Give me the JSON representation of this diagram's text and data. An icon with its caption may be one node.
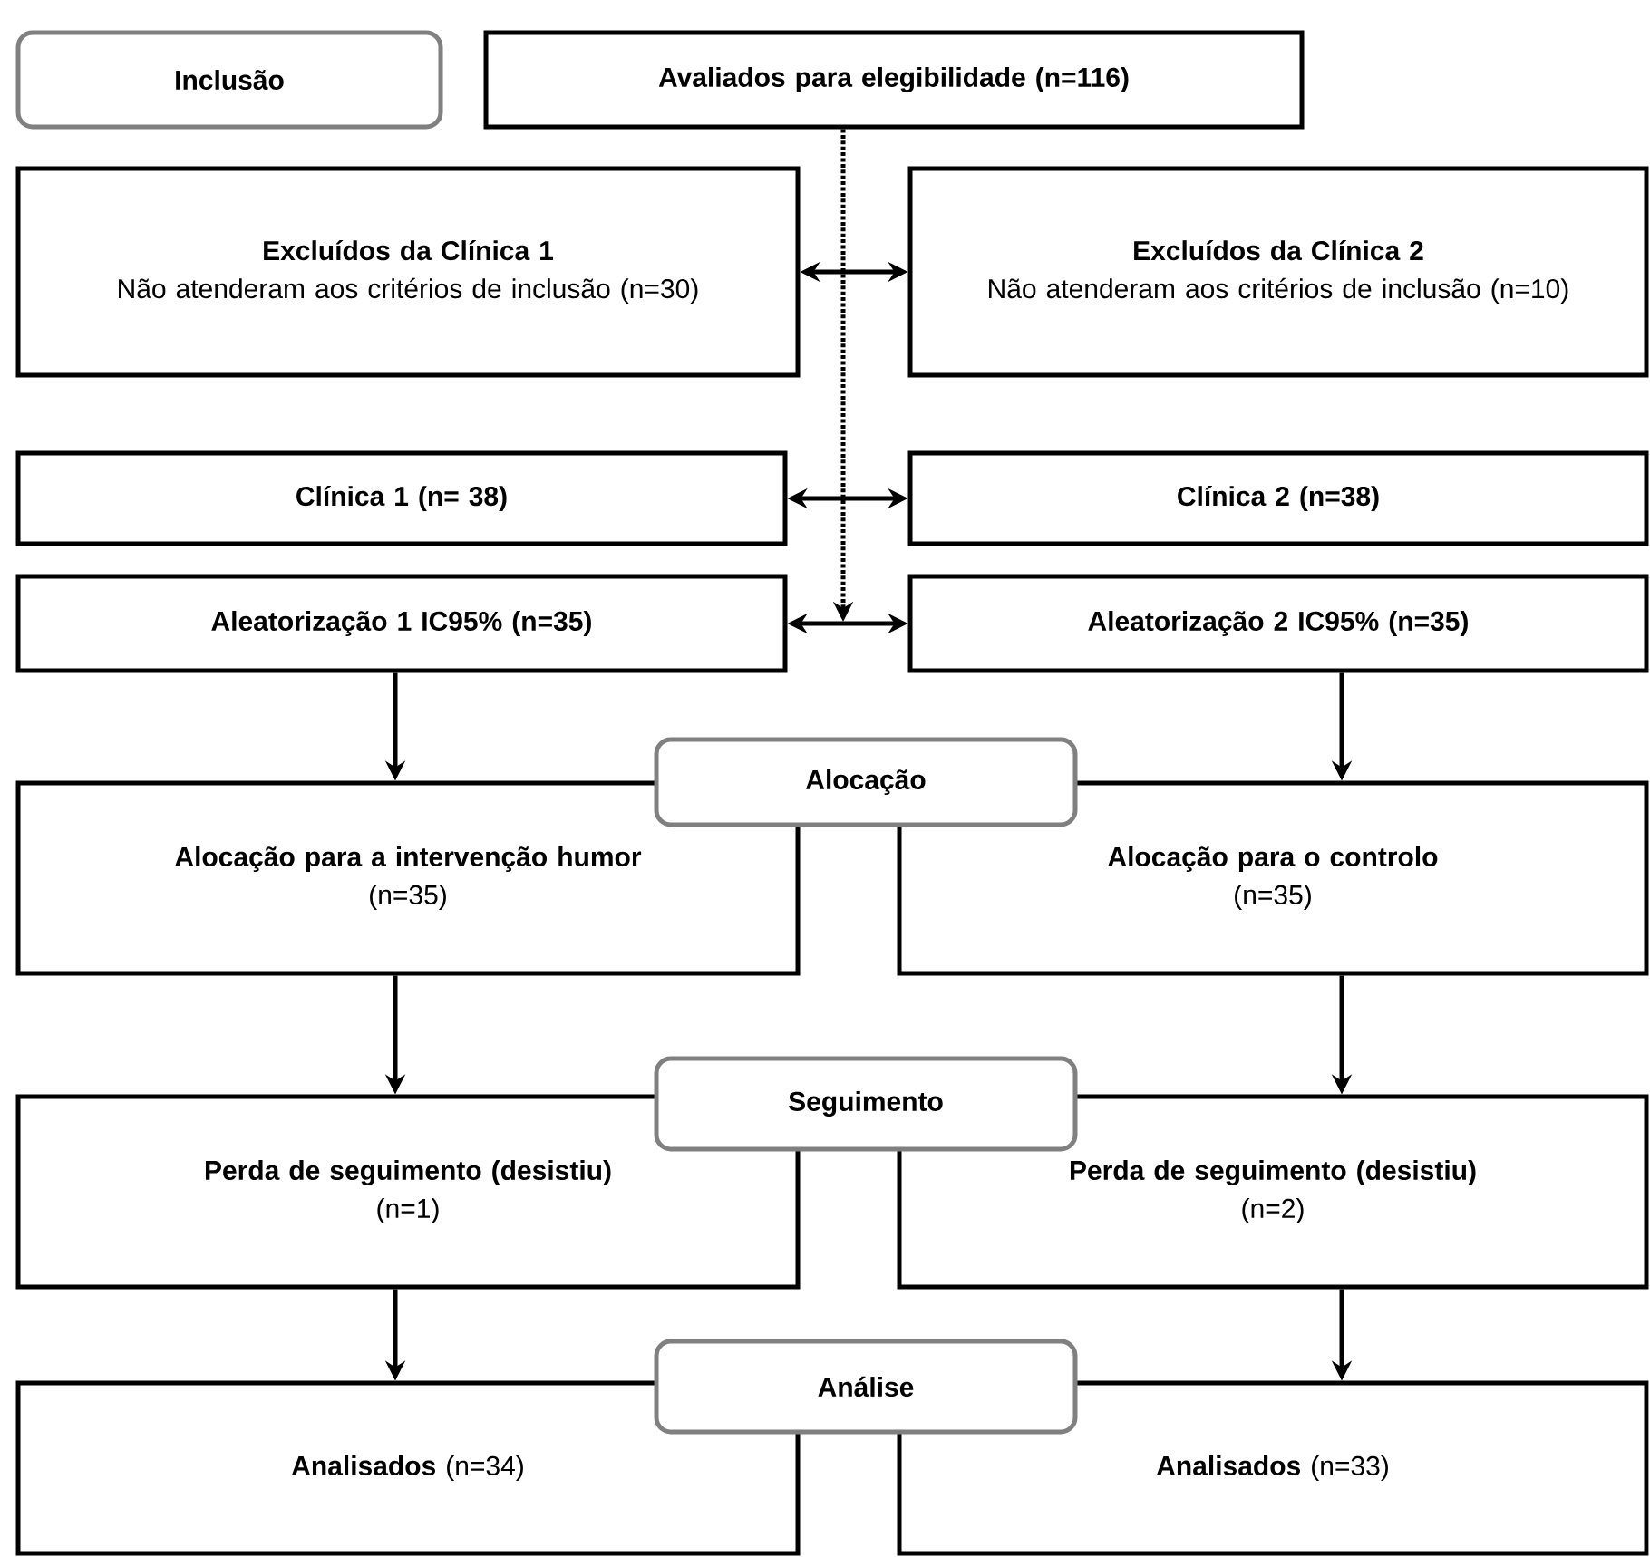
{
  "diagram": {
    "nodes": [
      {
        "text": [
          "Inclusão"
        ]
      },
      {
        "text": [
          "Avaliados para elegibilidade (n=116)"
        ]
      },
      {
        "text": [
          "Excluídos da Clínica 1",
          "Não atenderam aos critérios de inclusão (n=30)"
        ]
      },
      {
        "text": [
          "Excluídos da Clínica 2",
          "Não atenderam aos critérios de inclusão (n=10)"
        ]
      },
      {
        "text": [
          "Clínica 1 (n= 38)"
        ]
      },
      {
        "text": [
          "Clínica 2 (n=38)"
        ]
      },
      {
        "text": [
          "Aleatorização 1 IC95% (n=35)"
        ]
      },
      {
        "text": [
          "Aleatorização 2 IC95% (n=35)"
        ]
      },
      {
        "text": [
          "Alocação"
        ]
      },
      {
        "text": [
          "Alocação para a intervenção humor",
          "(n=35)"
        ]
      },
      {
        "text": [
          "Alocação para o controlo",
          "(n=35)"
        ]
      },
      {
        "text": [
          "Seguimento"
        ]
      },
      {
        "text": [
          "Perda de seguimento (desistiu)",
          "(n=1)"
        ]
      },
      {
        "text": [
          "Perda de seguimento (desistiu)",
          "(n=2)"
        ]
      },
      {
        "text": [
          "Análise"
        ]
      },
      {
        "text": [
          "**Analisados** (n=34)"
        ]
      },
      {
        "text": [
          "**Analisados** (n=33)"
        ]
      }
    ],
    "edges": [
      {
        "from": 1,
        "to": null,
        "arrow": "to",
        "style": "dashed"
      },
      {
        "from": 2,
        "to": 3,
        "arrow": "both"
      },
      {
        "from": 4,
        "to": 5,
        "arrow": "both"
      },
      {
        "from": 6,
        "to": 7,
        "arrow": "both"
      },
      {
        "from": 6,
        "to": 9,
        "arrow": "to"
      },
      {
        "from": 7,
        "to": 10,
        "arrow": "to"
      },
      {
        "from": 9,
        "to": 12,
        "arrow": "to"
      },
      {
        "from": 10,
        "to": 13,
        "arrow": "to"
      },
      {
        "from": 12,
        "to": 15,
        "arrow": "to"
      },
      {
        "from": 13,
        "to": 16,
        "arrow": "to"
      }
    ]
  }
}
